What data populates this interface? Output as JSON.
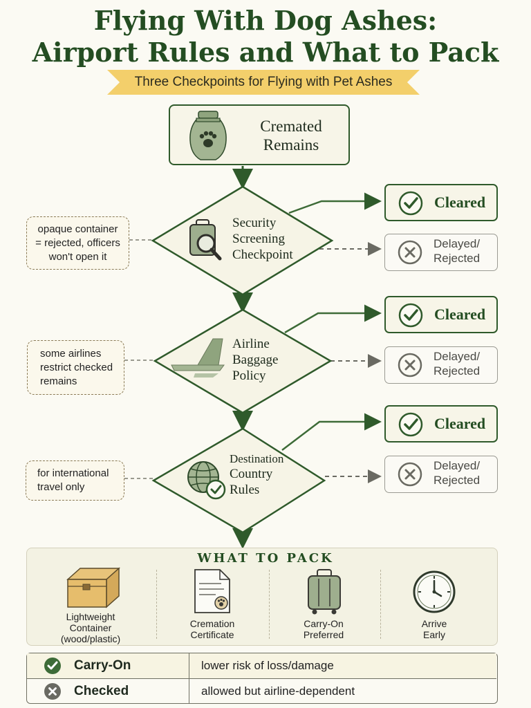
{
  "title": {
    "line1": "Flying With Dog Ashes:",
    "line2": "Airport Rules and What to Pack"
  },
  "banner": "Three Checkpoints for Flying with Pet Ashes",
  "start": {
    "line1": "Cremated",
    "line2": "Remains",
    "icon": "urn-paw-icon"
  },
  "checkpoints": [
    {
      "lines": [
        "Security",
        "Screening",
        "Checkpoint"
      ],
      "icon": "luggage-magnifier-icon",
      "note": "opaque container = rejected, officers won't open it",
      "cleared": "Cleared",
      "rejected": [
        "Delayed/",
        "Rejected"
      ]
    },
    {
      "lines": [
        "Airline",
        "Baggage",
        "Policy"
      ],
      "icon": "airplane-tail-icon",
      "note": "some airlines restrict checked remains",
      "cleared": "Cleared",
      "rejected": [
        "Delayed/",
        "Rejected"
      ]
    },
    {
      "lines": [
        "Destination",
        "Country",
        "Rules"
      ],
      "icon": "globe-check-icon",
      "note": "for international travel only",
      "cleared": "Cleared",
      "rejected": [
        "Delayed/",
        "Rejected"
      ]
    }
  ],
  "pack": {
    "title": "WHAT TO PACK",
    "items": [
      {
        "lines": [
          "Lightweight",
          "Container",
          "(wood/plastic)"
        ],
        "icon": "wooden-box-icon"
      },
      {
        "lines": [
          "Cremation",
          "Certificate"
        ],
        "icon": "certificate-icon"
      },
      {
        "lines": [
          "Carry-On",
          "Preferred"
        ],
        "icon": "suitcase-icon"
      },
      {
        "lines": [
          "Arrive",
          "Early"
        ],
        "icon": "clock-icon"
      }
    ]
  },
  "table": [
    {
      "key": "Carry-On",
      "value": "lower risk of loss/damage",
      "status": "check"
    },
    {
      "key": "Checked",
      "value": "allowed but airline-dependent",
      "status": "x"
    }
  ],
  "colors": {
    "dark_green": "#2f5a2b",
    "light_green": "#a9b99a",
    "banner_yellow": "#f3cf6b",
    "background": "#fbfaf3"
  }
}
